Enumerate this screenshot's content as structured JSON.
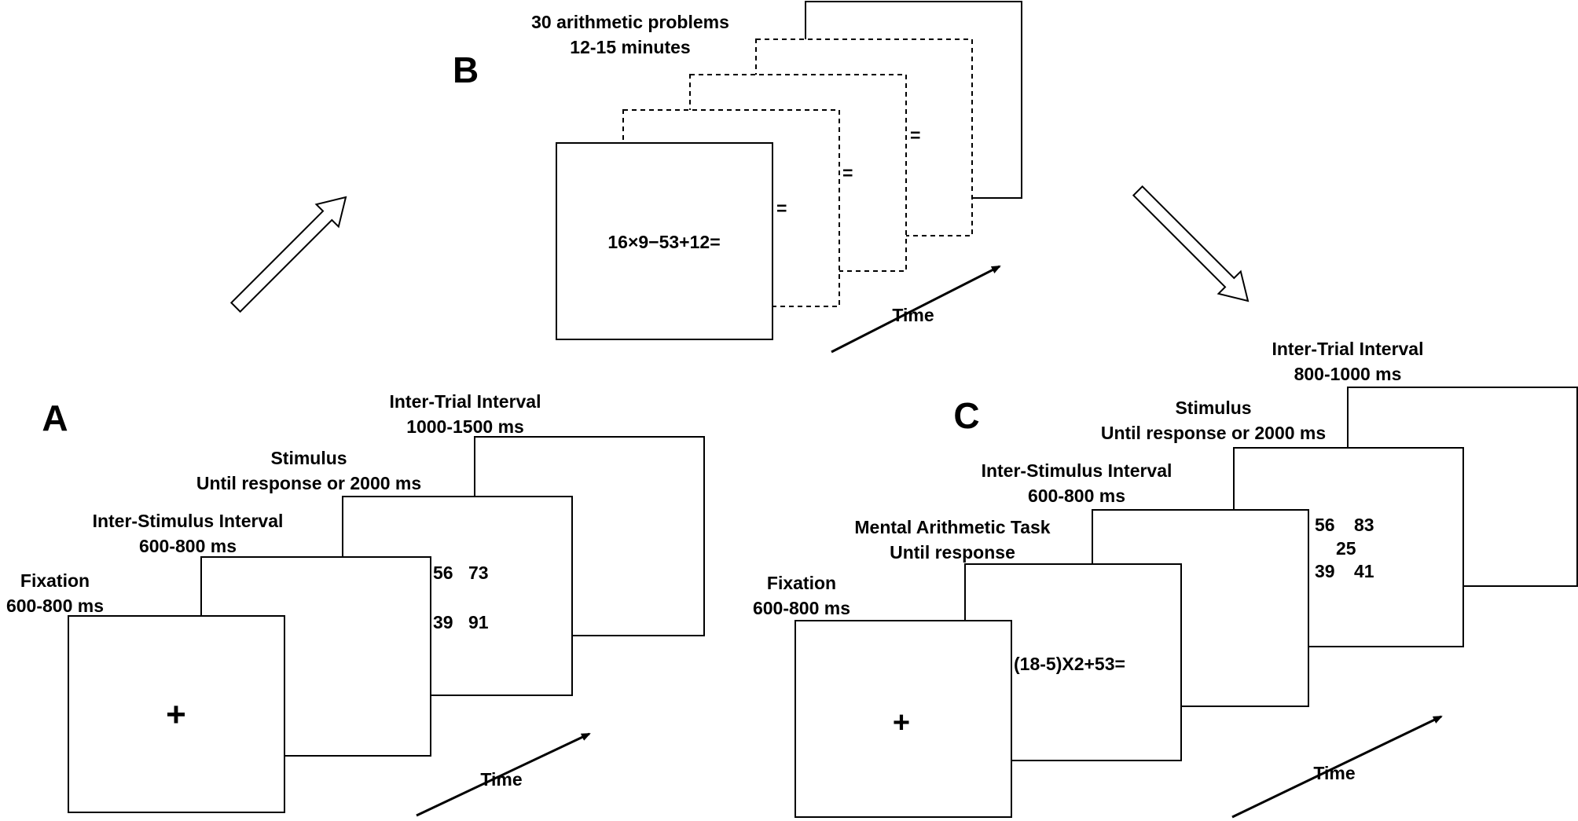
{
  "panel_a": {
    "letter": "A",
    "fixation_label": [
      "Fixation",
      "600-800 ms"
    ],
    "fixation_symbol": "+",
    "isi_label": [
      "Inter-Stimulus Interval",
      "600-800 ms"
    ],
    "stimulus_label": [
      "Stimulus",
      "Until response or 2000 ms"
    ],
    "stimulus_numbers": [
      "56",
      "73",
      "39",
      "91"
    ],
    "iti_label": [
      "Inter-Trial Interval",
      "1000-1500 ms"
    ],
    "time_label": "Time"
  },
  "panel_b": {
    "letter": "B",
    "header": [
      "30  arithmetic problems",
      "12-15 minutes"
    ],
    "front_problem": "16×9−53+12=",
    "hidden_fragment": "=",
    "time_label": "Time"
  },
  "panel_c": {
    "letter": "C",
    "fixation_label": [
      "Fixation",
      "600-800 ms"
    ],
    "fixation_symbol": "+",
    "mental_label": [
      "Mental Arithmetic Task",
      "Until response"
    ],
    "mental_problem": "(18-5)X2+53=",
    "isi_label": [
      "Inter-Stimulus Interval",
      "600-800 ms"
    ],
    "stimulus_label": [
      "Stimulus",
      "Until response or 2000 ms"
    ],
    "stimulus_numbers": [
      "56",
      "83",
      "25",
      "39",
      "41"
    ],
    "iti_label": [
      "Inter-Trial Interval",
      "800-1000 ms"
    ],
    "time_label": "Time"
  }
}
